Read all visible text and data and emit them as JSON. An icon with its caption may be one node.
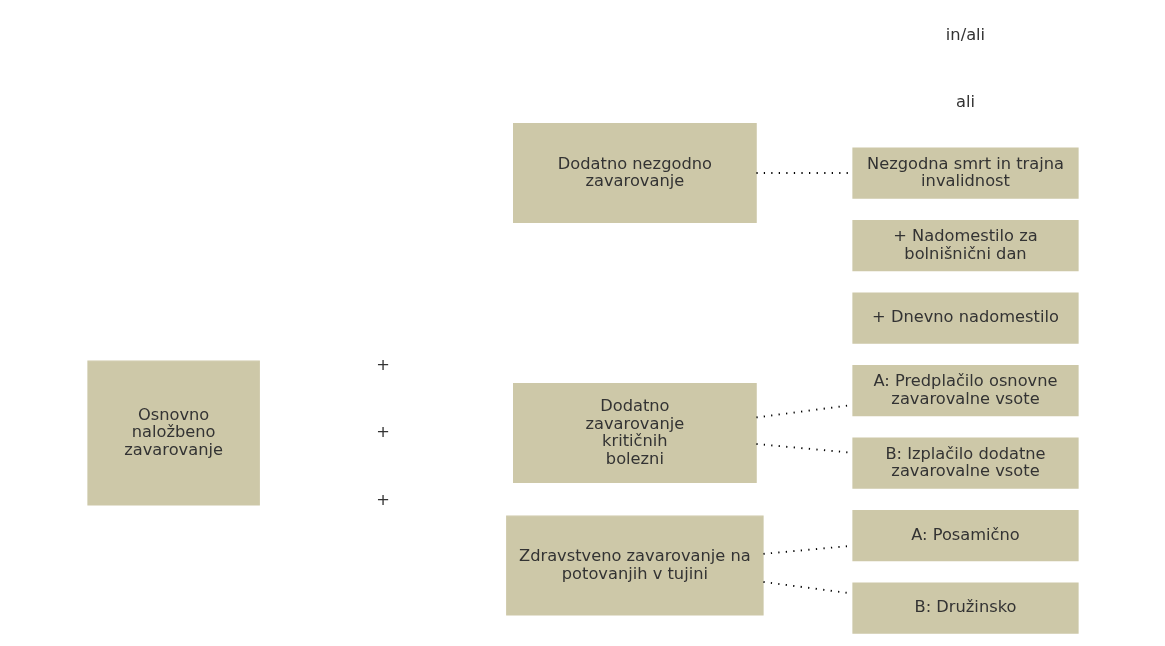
{
  "diagram": {
    "nodes": [
      {
        "text": [
          "Osnovno naložbeno zavarovanje"
        ]
      },
      {
        "text": [
          "Dodatno nezgodno zavarovanje"
        ]
      },
      {
        "text": [
          "Dodatno zavarovanje kritičnih bolezni"
        ]
      },
      {
        "text": [
          "Zdravstveno zavarovanje na potovanjih v tujini"
        ]
      },
      {
        "text": [
          "Nezgodna smrt in trajna invalidnost"
        ]
      },
      {
        "text": [
          "+ Nadomestilo za bolnišnični dan"
        ]
      },
      {
        "text": [
          "+ Dnevno nadomestilo"
        ]
      },
      {
        "text": [
          "A: Predplačilo osnovne zavarovalne vsote"
        ]
      },
      {
        "text": [
          "B: Izplačilo dodatne zavarovalne vsote"
        ]
      },
      {
        "text": [
          "A: Posamično"
        ]
      },
      {
        "text": [
          "B: Družinsko"
        ]
      }
    ],
    "edges": [
      {
        "from": 1,
        "to": 4,
        "arrow": "none",
        "style": "dashed"
      },
      {
        "from": 2,
        "to": 7,
        "arrow": "none",
        "style": "dashed"
      },
      {
        "from": 2,
        "to": 8,
        "arrow": "none",
        "style": "dashed"
      },
      {
        "from": 3,
        "to": 9,
        "arrow": "none",
        "style": "dashed"
      },
      {
        "from": 3,
        "to": 10,
        "arrow": "none",
        "style": "dashed"
      }
    ],
    "labels": [
      "+",
      "+",
      "ali",
      "+",
      "in/ali"
    ]
  }
}
